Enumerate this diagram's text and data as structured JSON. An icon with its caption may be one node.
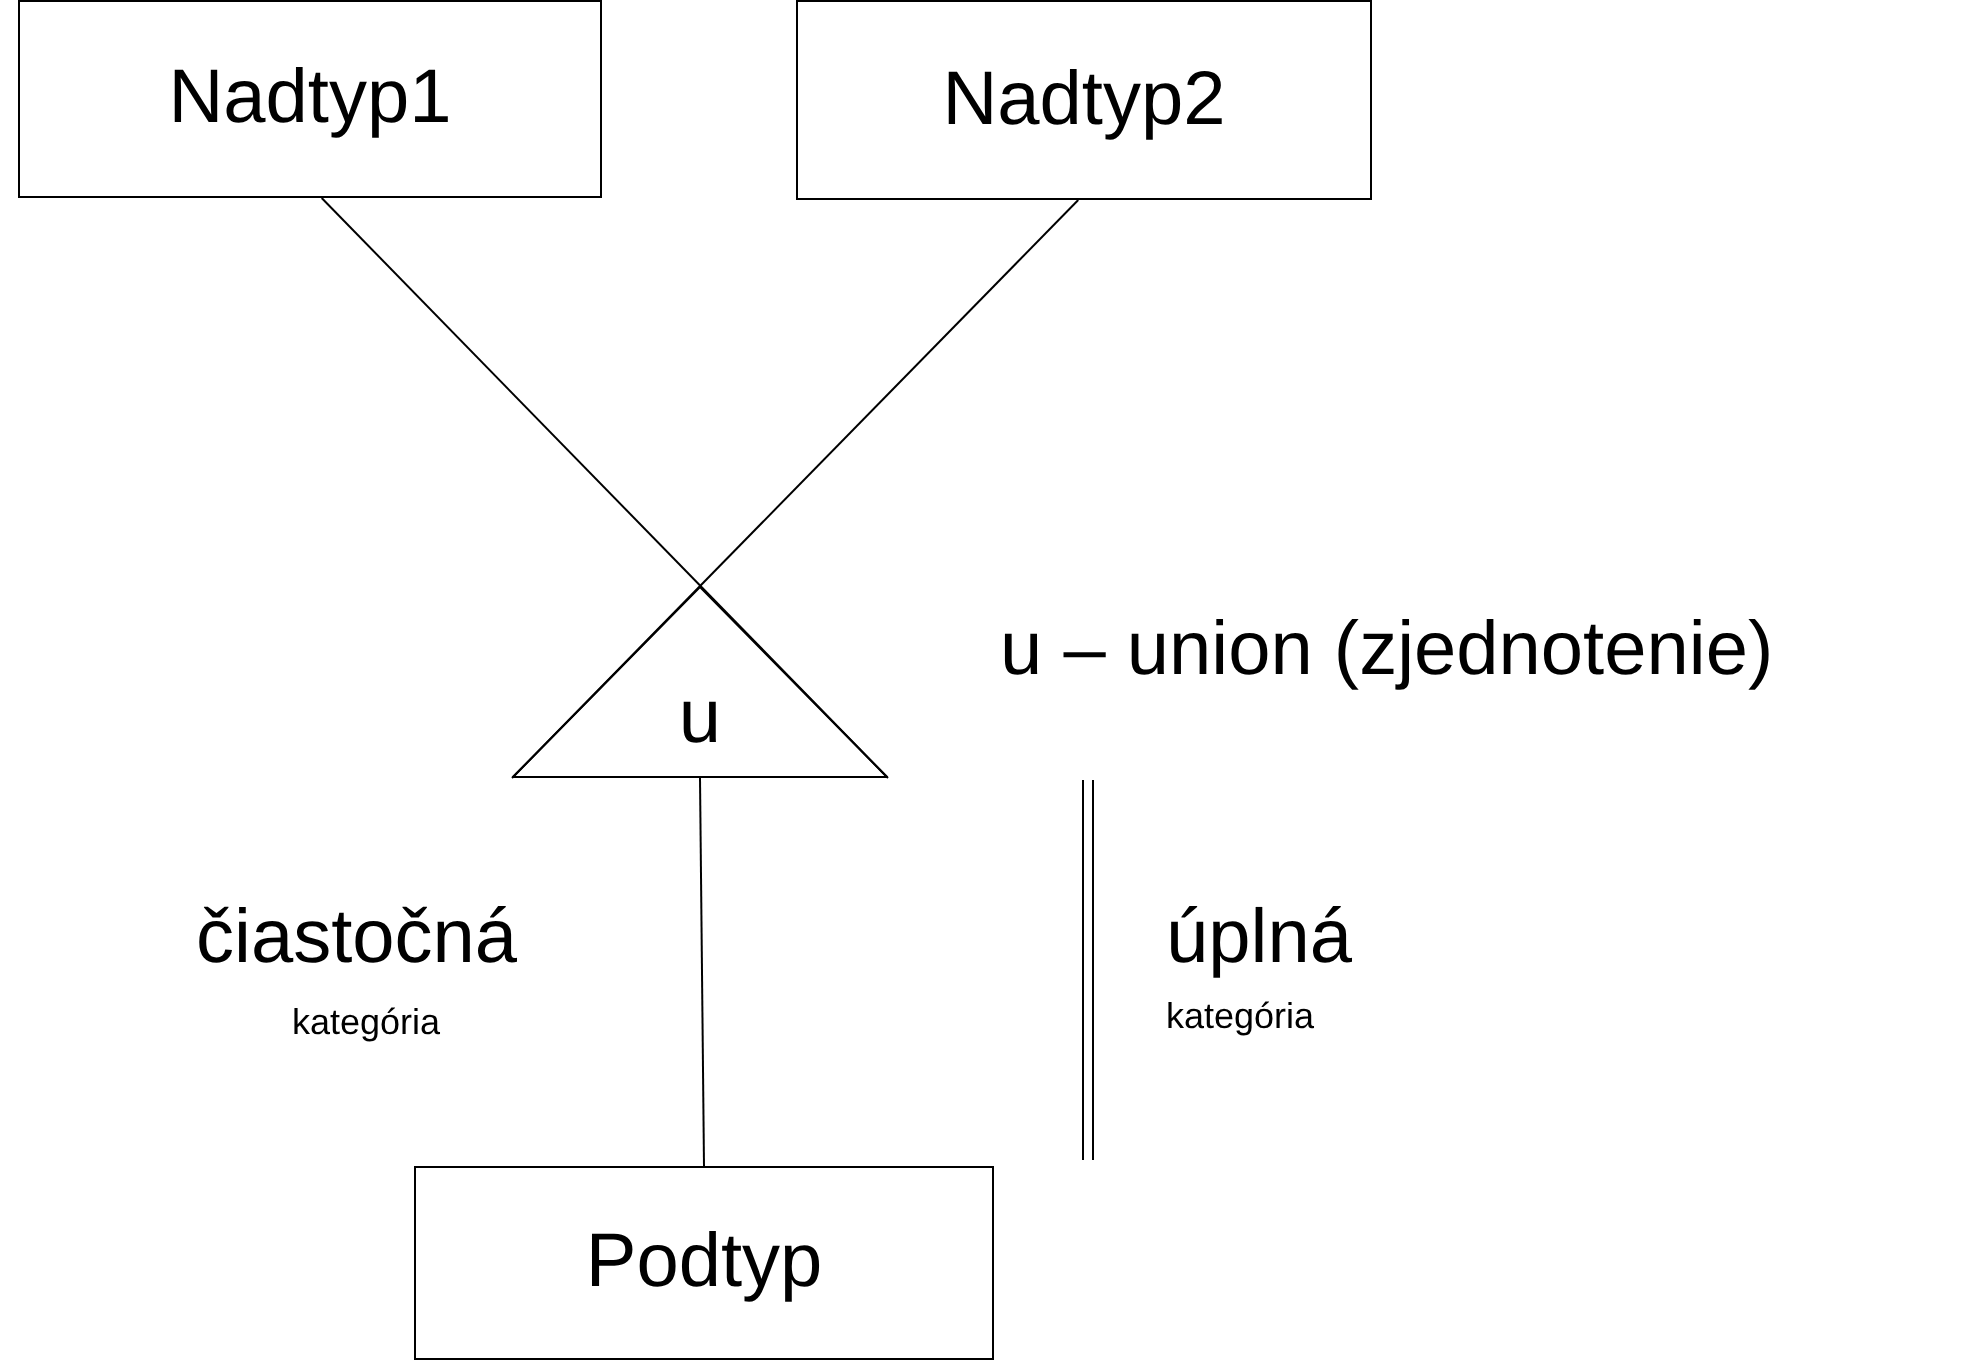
{
  "diagram": {
    "nodes": [
      {
        "text": [
          "Nadtyp1"
        ]
      },
      {
        "text": [
          "Nadtyp2"
        ]
      },
      {
        "text": [
          "u"
        ]
      },
      {
        "text": [
          "Podtyp"
        ]
      }
    ],
    "edges": [
      {
        "from": 0,
        "to": 2,
        "arrow": "none"
      },
      {
        "from": 1,
        "to": 2,
        "arrow": "none"
      },
      {
        "from": 2,
        "to": 3,
        "arrow": "none"
      }
    ],
    "labels": [
      "u – union (zjednotenie)",
      "čiastočná",
      "kategória",
      "úplná",
      "kategória"
    ]
  }
}
